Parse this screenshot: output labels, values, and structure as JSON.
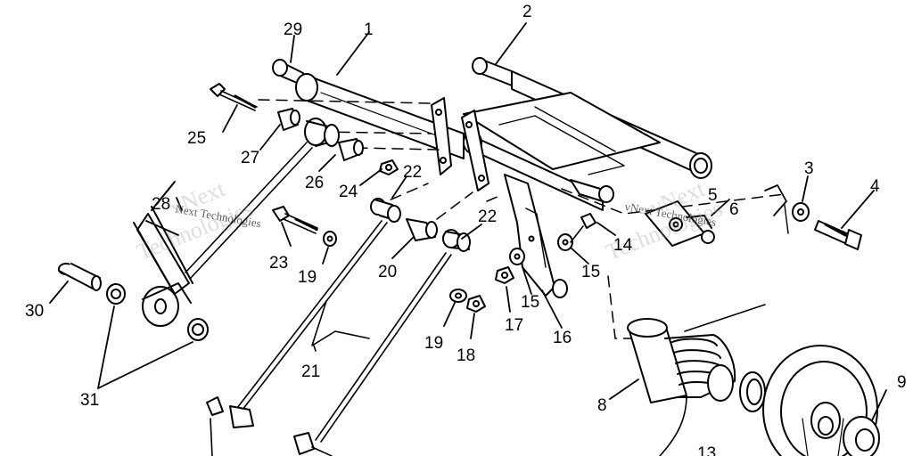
{
  "callouts": {
    "c1": "1",
    "c2": "2",
    "c3": "3",
    "c4": "4",
    "c5": "5",
    "c6": "6",
    "c8": "8",
    "c9": "9",
    "c13": "13",
    "c14": "14",
    "c15a": "15",
    "c15b": "15",
    "c16": "16",
    "c17": "17",
    "c18": "18",
    "c19a": "19",
    "c19b": "19",
    "c20": "20",
    "c21": "21",
    "c22a": "22",
    "c22b": "22",
    "c23": "23",
    "c24": "24",
    "c25": "25",
    "c26": "26",
    "c27": "27",
    "c28": "28",
    "c29": "29",
    "c30": "30",
    "c31": "31"
  },
  "watermarks": {
    "left_small": "Next Technologies",
    "left_big_top": "vNext",
    "left_big_bottom": "Technologies",
    "right_small": "vNext Technologies",
    "right_big_top": "vNext",
    "right_big_bottom": "Technologies"
  },
  "colors": {
    "ink": "#000000",
    "paper": "#ffffff",
    "watermark": "#a0a0a0"
  }
}
